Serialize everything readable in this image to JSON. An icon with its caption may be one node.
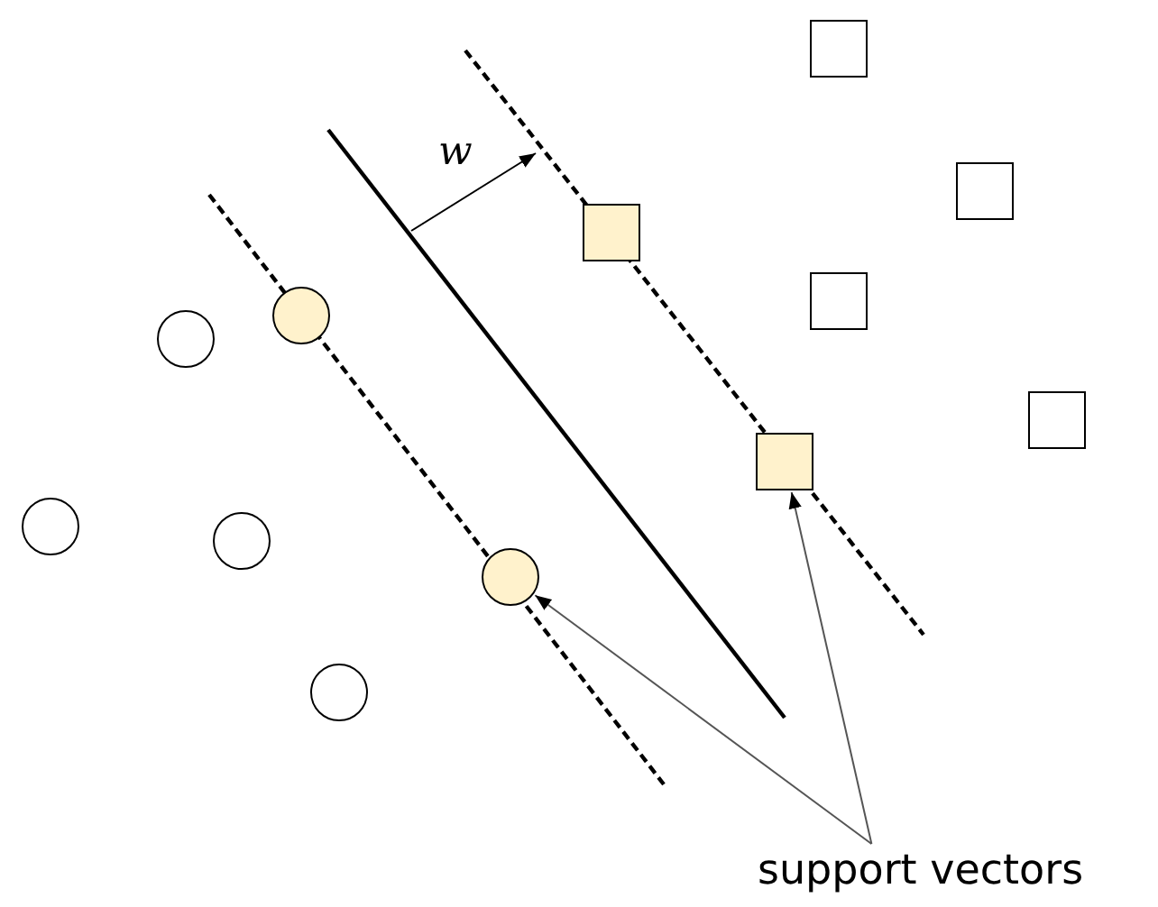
{
  "diagram": {
    "nodes": [
      {
        "text": [
          "support vectors"
        ]
      },
      {
        "text": [],
        "shape": "circle"
      },
      {
        "text": [],
        "shape": "circle"
      },
      {
        "text": [],
        "shape": "circle"
      },
      {
        "text": [],
        "shape": "circle"
      },
      {
        "text": [],
        "shape": "circle"
      },
      {
        "text": [],
        "shape": "circle"
      },
      {
        "text": [],
        "shape": "box"
      },
      {
        "text": [],
        "shape": "box"
      },
      {
        "text": [],
        "shape": "box"
      },
      {
        "text": [],
        "shape": "box"
      },
      {
        "text": [],
        "shape": "box"
      },
      {
        "text": [],
        "shape": "box"
      }
    ],
    "edges": [
      {
        "from": 0,
        "to": 8,
        "arrow": "to"
      },
      {
        "from": 0,
        "to": 6,
        "arrow": "to"
      }
    ],
    "labels": [
      "w"
    ]
  }
}
